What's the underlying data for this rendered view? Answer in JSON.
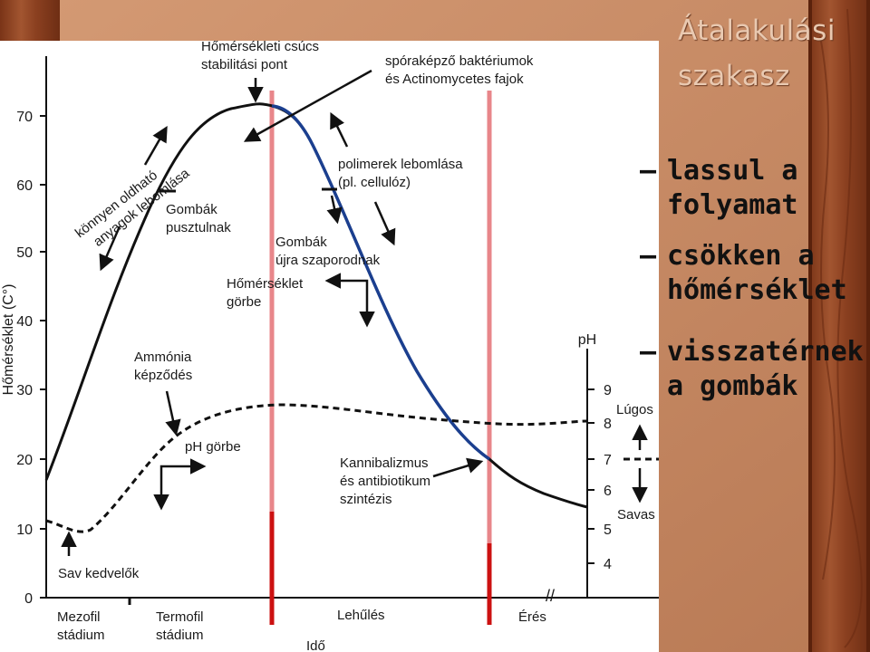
{
  "slide": {
    "title_line1": "Átalakulási",
    "title_line2": "szakasz",
    "bullets": [
      {
        "dash": "–",
        "line1": "lassul a",
        "line2": "folyamat"
      },
      {
        "dash": "–",
        "line1": "csökken a",
        "line2": "hőmérséklet"
      },
      {
        "dash": "–",
        "line1": "visszatérnek",
        "line2": "a gombák"
      }
    ],
    "colors": {
      "background": "#c98a63",
      "wood_frame": "#8a3f1e",
      "title": "#e9c9b1"
    }
  },
  "diagram": {
    "y_axis_label": "Hőmérséklet (C°)",
    "y_ticks": [
      "0",
      "10",
      "20",
      "30",
      "40",
      "50",
      "60",
      "70"
    ],
    "ph_axis_label": "pH",
    "ph_ticks": [
      "4",
      "5",
      "6",
      "7",
      "8",
      "9"
    ],
    "ph_labels": {
      "alkaline": "Lúgos",
      "acidic": "Savas"
    },
    "x_axis_label": "Idő",
    "phases": {
      "mezofil": [
        "Mezofil",
        "stádium"
      ],
      "termofil": [
        "Termofil",
        "stádium"
      ],
      "lehules": "Lehűlés",
      "eres": "Érés"
    },
    "annotations": {
      "peak": [
        "Hőmérsékleti csúcs",
        "stabilitási pont"
      ],
      "spore": [
        "spóraképző baktériumok",
        "és Actinomycetes fajok"
      ],
      "polymer": [
        "polimerek lebomlása",
        "(pl. cellulóz)"
      ],
      "soluble": [
        "könnyen oldható",
        "anyagok lebomlása"
      ],
      "fungi_die": [
        "Gombák",
        "pusztulnak"
      ],
      "fungi_return": [
        "Gombák",
        "újra szaporodnak"
      ],
      "temp_curve": [
        "Hőmérséklet",
        "görbe"
      ],
      "ammonia": [
        "Ammónia",
        "képződés"
      ],
      "ph_curve": "pH görbe",
      "cannibal": [
        "Kannibalizmus",
        "és antibiotikum",
        "szintézis"
      ],
      "acid_lovers": "Sav kedvelők"
    },
    "colors": {
      "phase_line": "#e8868a",
      "highlight_curve": "#1b3f8f",
      "curve": "#000000"
    }
  }
}
